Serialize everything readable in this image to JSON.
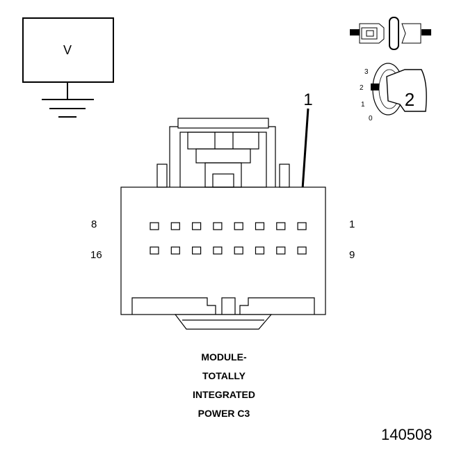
{
  "meter": {
    "symbol": "V"
  },
  "ignition": {
    "position_labels": [
      "3",
      "2",
      "1",
      "0"
    ],
    "key_position": "2"
  },
  "callout": {
    "number": "1"
  },
  "connector": {
    "pin_labels": {
      "top_left": "8",
      "top_right": "1",
      "bottom_left": "16",
      "bottom_right": "9"
    },
    "pins_per_row": 8,
    "rows": 2
  },
  "caption": {
    "lines": [
      "MODULE-",
      "TOTALLY",
      "INTEGRATED",
      "POWER C3"
    ]
  },
  "figure_number": "140508"
}
